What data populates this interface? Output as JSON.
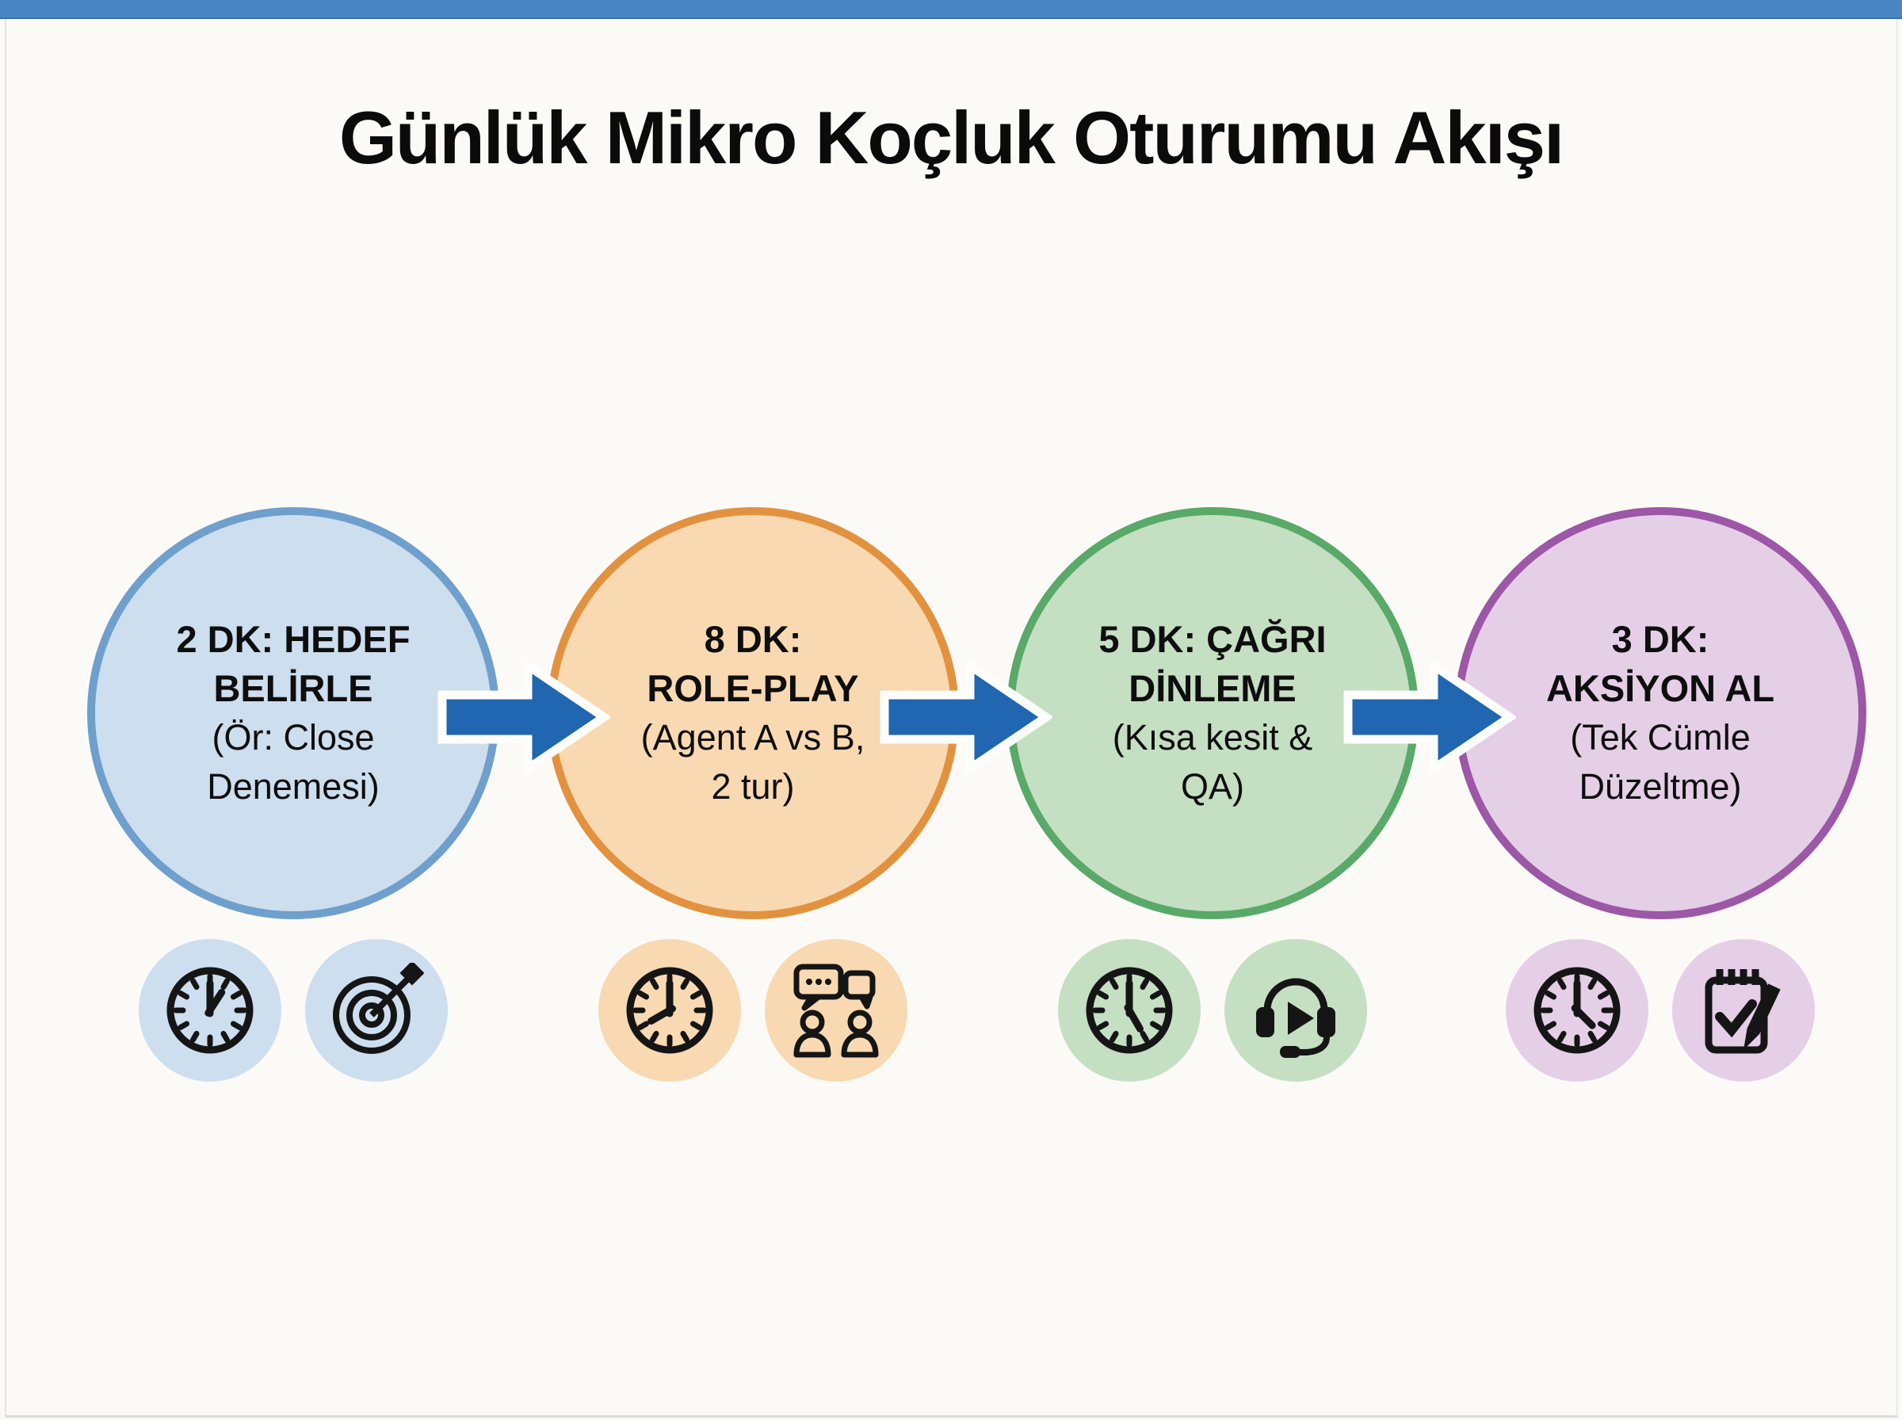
{
  "header": {
    "title": "Günlük Mikro Koçluk Oturumu Akışı"
  },
  "colors": {
    "top_bar": "#4a85c4",
    "arrow": "#2066b0",
    "arrow_outline": "#fdfdfb",
    "background": "#fbfaf7",
    "text": "#0e0e0e"
  },
  "stages": [
    {
      "title_lines": [
        "2 DK: HEDEF",
        "BELİRLE"
      ],
      "subtitle_lines": [
        "(Ör: Close",
        "Denemesi)"
      ],
      "fill": "#cddeee",
      "border": "#6f9fcc",
      "icons": [
        "clock-icon",
        "target-icon"
      ]
    },
    {
      "title_lines": [
        "8 DK:",
        "ROLE-PLAY"
      ],
      "subtitle_lines": [
        "(Agent A vs B,",
        "2 tur)"
      ],
      "fill": "#f9d9b2",
      "border": "#e2923f",
      "icons": [
        "clock-icon",
        "conversation-icon"
      ]
    },
    {
      "title_lines": [
        "5 DK: ÇAĞRI",
        "DİNLEME"
      ],
      "subtitle_lines": [
        "(Kısa kesit &",
        "QA)"
      ],
      "fill": "#c5dfc3",
      "border": "#59a968",
      "icons": [
        "clock-icon",
        "headset-play-icon"
      ]
    },
    {
      "title_lines": [
        "3 DK:",
        "AKSİYON AL"
      ],
      "subtitle_lines": [
        "(Tek Cümle",
        "Düzeltme)"
      ],
      "fill": "#e5cfe7",
      "border": "#9c57a6",
      "icons": [
        "clock-icon",
        "notepad-check-icon"
      ]
    }
  ]
}
